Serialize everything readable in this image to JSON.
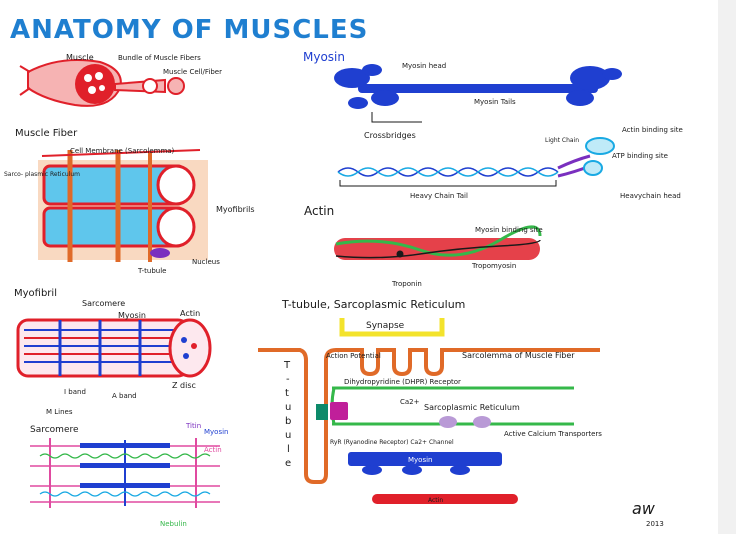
{
  "title": "ANATOMY OF MUSCLES",
  "colors": {
    "blue": "#1f3fd0",
    "red": "#e0202a",
    "orange": "#e06a28",
    "cyan": "#19a9e3",
    "green": "#35b84a",
    "purple": "#7a2fbf",
    "pink": "#e04aa0",
    "yellow": "#f3e32c",
    "peach": "#f7c9a6",
    "ink": "#1a1a1a"
  },
  "muscle": {
    "label_muscle": "Muscle",
    "label_bundle": "Bundle of Muscle Fibers",
    "label_cell": "Muscle Cell/Fiber"
  },
  "myosin": {
    "title": "Myosin",
    "head": "Myosin head",
    "tails": "Myosin Tails",
    "crossbridges": "Crossbridges",
    "light_chain": "Light Chain",
    "actin_binding": "Actin binding site",
    "atp_binding": "ATP binding site",
    "heavy_tail": "Heavy Chain Tail",
    "heavy_head": "Heavychain head"
  },
  "fiber": {
    "title": "Muscle Fiber",
    "membrane": "Cell Membrane (Sarcolemma)",
    "sr": "Sarco- plasmic Reticulum",
    "myofibrils": "Myofibrils",
    "nucleus": "Nucleus",
    "ttubule": "T-tubule"
  },
  "actin": {
    "title": "Actin",
    "binding": "Myosin binding site",
    "troponin": "Troponin",
    "tropomyosin": "Tropomyosin"
  },
  "myofibril": {
    "title": "Myofibril",
    "sarcomere": "Sarcomere",
    "myosin": "Myosin",
    "actin": "Actin",
    "iband": "I band",
    "aband": "A band",
    "zdisc": "Z disc",
    "mlines": "M Lines"
  },
  "sarcomere": {
    "title": "Sarcomere",
    "titin": "Titin",
    "myosin": "Myosin",
    "actin": "Actin",
    "nebulin": "Nebulin"
  },
  "ttubule": {
    "title": "T-tubule, Sarcoplasmic Reticulum",
    "synapse": "Synapse",
    "action": "Action Potential",
    "sarcolemma": "Sarcolemma of Muscle Fiber",
    "dhpr": "Dihydropyridine (DHPR) Receptor",
    "ca": "Ca2+",
    "sr": "Sarcoplasmic Reticulum",
    "ryr": "RyR (Ryanodine Receptor) Ca2+ Channel",
    "active": "Active Calcium Transporters",
    "myosin": "Myosin",
    "actin": "Actin",
    "tube_letters": [
      "T",
      "-",
      "t",
      "u",
      "b",
      "u",
      "l",
      "e"
    ]
  },
  "signature": {
    "initials": "aw",
    "year": "2013"
  }
}
